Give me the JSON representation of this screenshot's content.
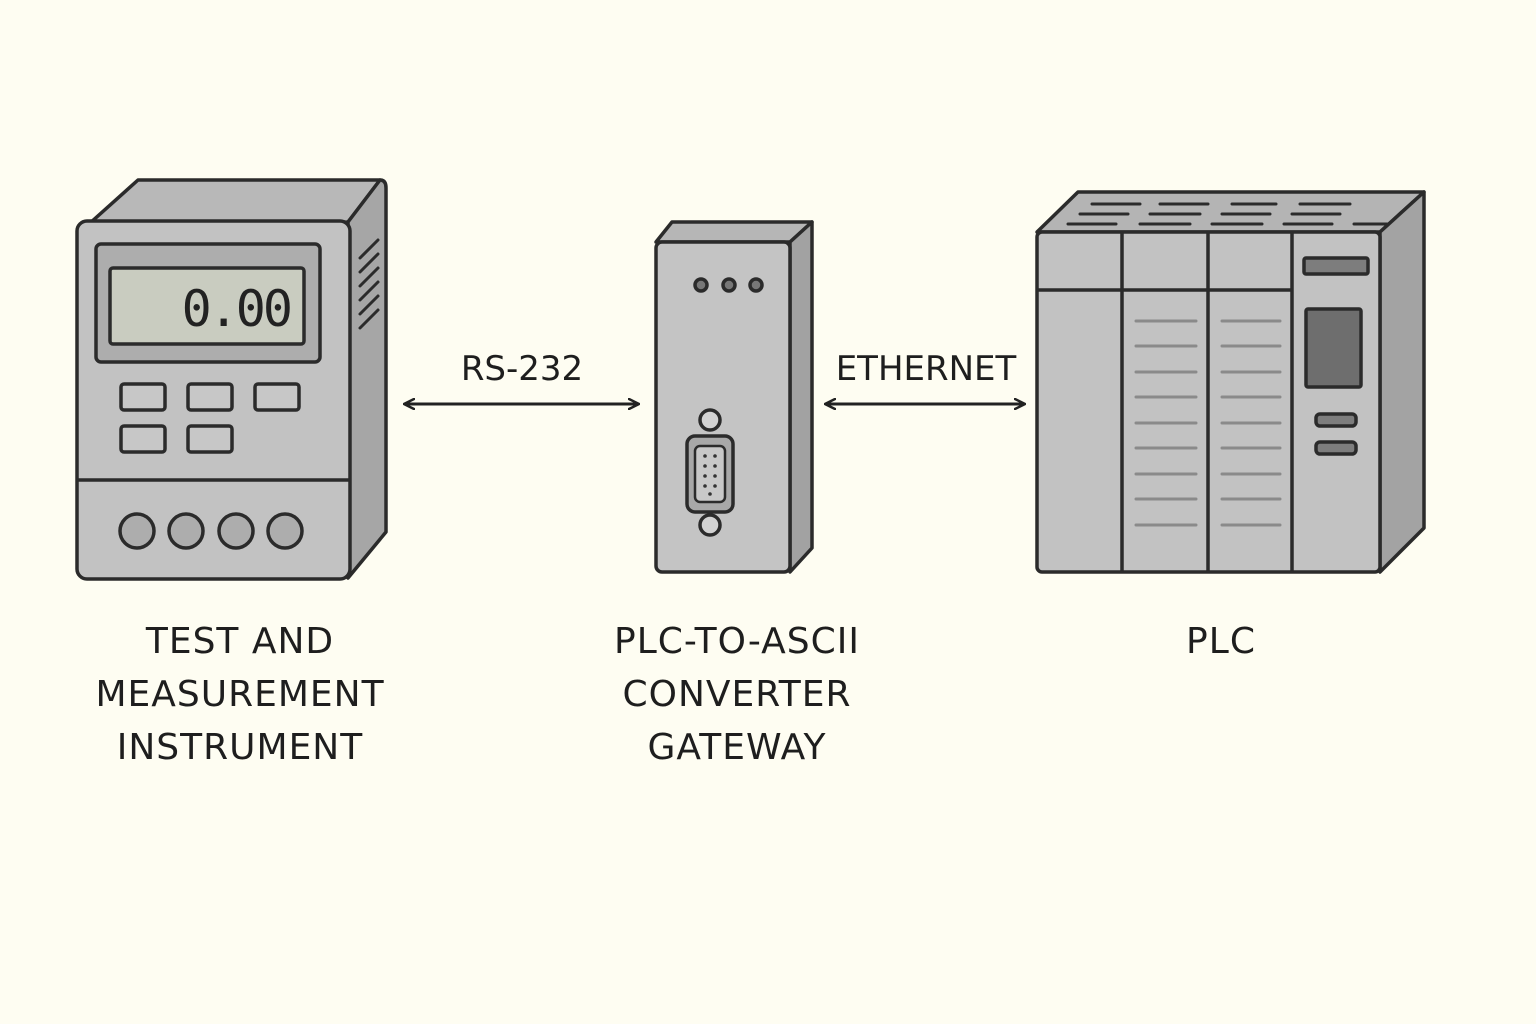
{
  "devices": {
    "instrument": {
      "display_value": "0.00",
      "caption_lines": [
        "TEST AND",
        "MEASUREMENT",
        "INSTRUMENT"
      ]
    },
    "gateway": {
      "caption_lines": [
        "PLC-TO-ASCII",
        "CONVERTER",
        "GATEWAY"
      ]
    },
    "plc": {
      "caption_lines": [
        "PLC"
      ]
    }
  },
  "connections": {
    "left": {
      "label": "RS-232",
      "direction": "bidirectional"
    },
    "right": {
      "label": "ETHERNET",
      "direction": "bidirectional"
    }
  },
  "colors": {
    "background": "#fefdf2",
    "device_face": "#c4c4c4",
    "device_side": "#a9a9a9",
    "outline": "#2b2b2b",
    "lcd": "#c9ccc0",
    "plc_screen": "#6e6e6e"
  }
}
